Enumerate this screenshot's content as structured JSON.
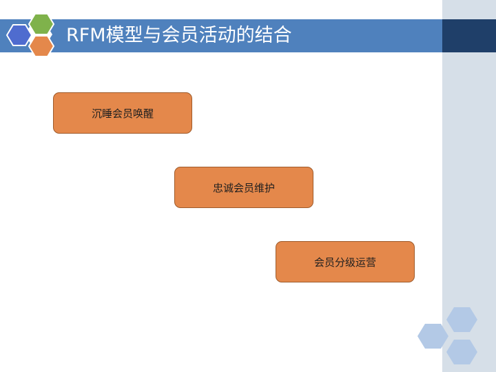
{
  "header": {
    "title": "RFM模型与会员活动的结合"
  },
  "boxes": [
    {
      "label": "沉睡会员唤醒"
    },
    {
      "label": "忠诚会员维护"
    },
    {
      "label": "会员分级运营"
    }
  ],
  "colors": {
    "title_bar": "#4f81bd",
    "title_bar_dark": "#1f3f69",
    "side_panel": "#d6dfe8",
    "box_fill": "#e4884b",
    "box_border": "#9e5a2a",
    "hex_blue": "#4f6ccf",
    "hex_green": "#7fb24b",
    "hex_orange": "#e4884b",
    "deco_hex": "#b3c9e6"
  },
  "icons": {
    "logo": "hexagon-cluster-logo-icon",
    "decoration": "hexagon-cluster-decoration-icon"
  }
}
